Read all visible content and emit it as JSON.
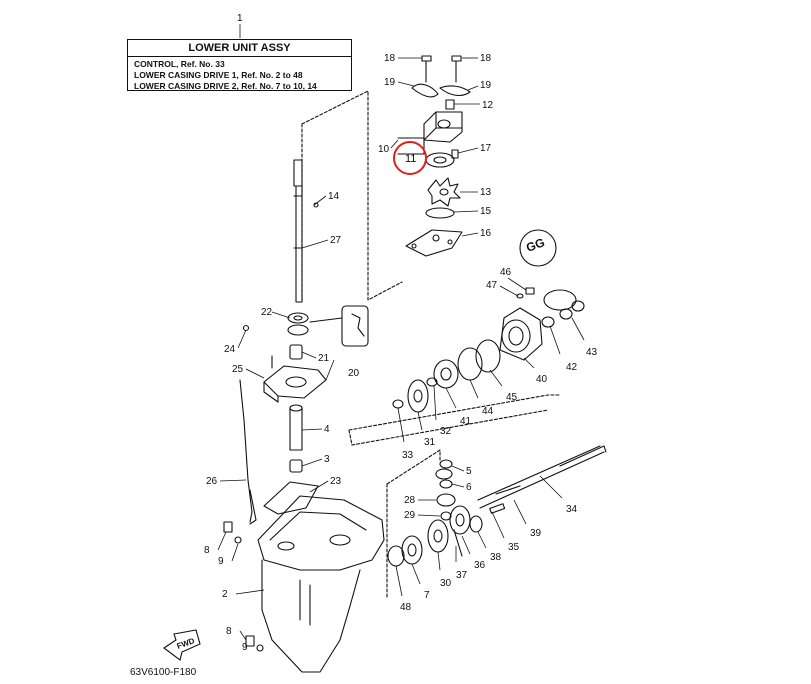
{
  "title_box": {
    "callout": "1",
    "heading": "LOWER UNIT ASSY",
    "lines": [
      "CONTROL,  Ref. No. 33",
      "LOWER CASING DRIVE 1,  Ref. No. 2 to 48",
      "LOWER CASING DRIVE 2,  Ref. No. 7 to 10, 14"
    ]
  },
  "diagram_code": "63V6100-F180",
  "fwd_label": "FWD",
  "gg_label": "GG",
  "highlight": {
    "part": "11",
    "color": "#e0201b"
  },
  "callouts": [
    "18",
    "18",
    "19",
    "19",
    "12",
    "10",
    "11",
    "17",
    "13",
    "15",
    "16",
    "14",
    "27",
    "22",
    "24",
    "21",
    "25",
    "20",
    "4",
    "3",
    "26",
    "23",
    "2",
    "8",
    "9",
    "8",
    "9",
    "46",
    "47",
    "43",
    "42",
    "40",
    "45",
    "44",
    "41",
    "32",
    "31",
    "33",
    "5",
    "6",
    "28",
    "29",
    "34",
    "39",
    "35",
    "38",
    "36",
    "37",
    "30",
    "7",
    "48"
  ]
}
